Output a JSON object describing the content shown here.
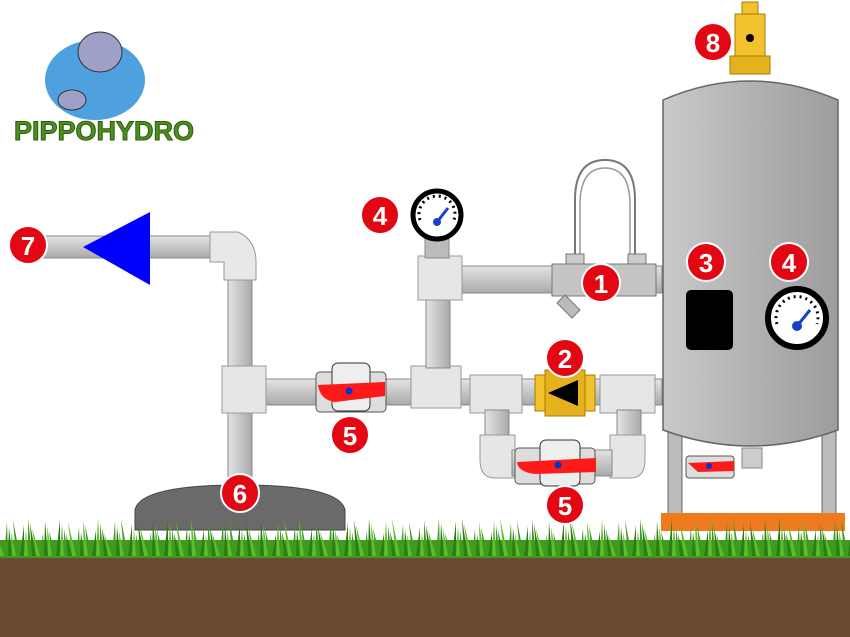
{
  "logo": {
    "text": "PIPPOHYDRO"
  },
  "colors": {
    "pipe": "#c8c8c8",
    "tank": "#b5b5b5",
    "badge": "#e30613",
    "arrow": "#0000ff",
    "brass": "#f2c12e",
    "valve_handle": "#ff1a1a",
    "soil": "#6d4a33",
    "grass": "#3e9b1f",
    "base": "#f07a1e"
  },
  "badges": {
    "b1": "1",
    "b2": "2",
    "b3": "3",
    "b4a": "4",
    "b4b": "4",
    "b5a": "5",
    "b5b": "5",
    "b6": "6",
    "b7": "7",
    "b8": "8"
  }
}
